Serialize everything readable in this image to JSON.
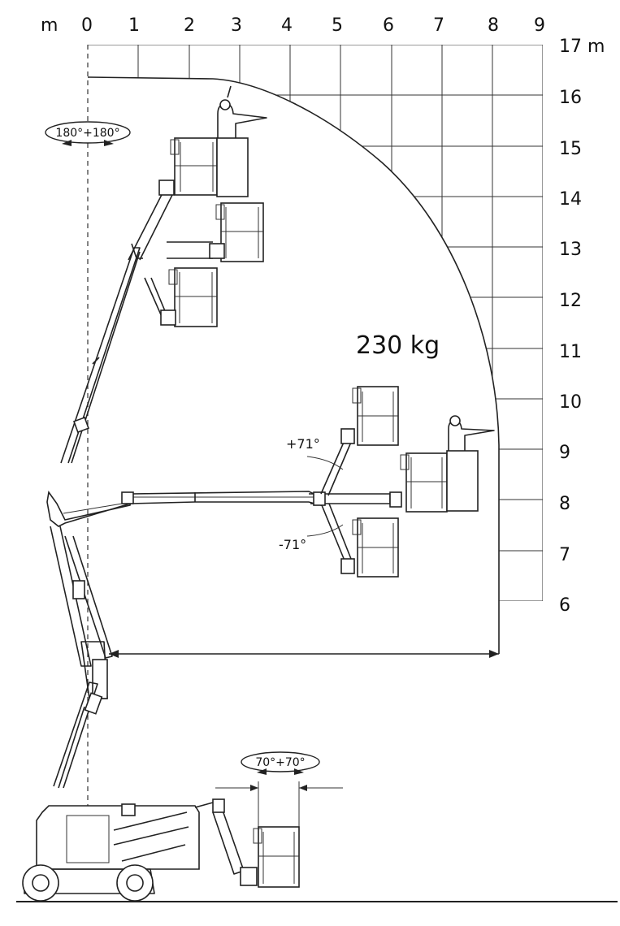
{
  "diagram": {
    "x_axis": {
      "unit_label": "m",
      "ticks": [
        "0",
        "1",
        "2",
        "3",
        "4",
        "5",
        "6",
        "7",
        "8",
        "9"
      ]
    },
    "y_axis": {
      "ticks": [
        "17 m",
        "16",
        "15",
        "14",
        "13",
        "12",
        "11",
        "10",
        "9",
        "8",
        "7",
        "6"
      ]
    },
    "load_label": "230 kg",
    "jib_angle_up": "+71°",
    "jib_angle_down": "-71°",
    "platform_rotation": "180°+180°",
    "jib_rotation": "70°+70°"
  }
}
